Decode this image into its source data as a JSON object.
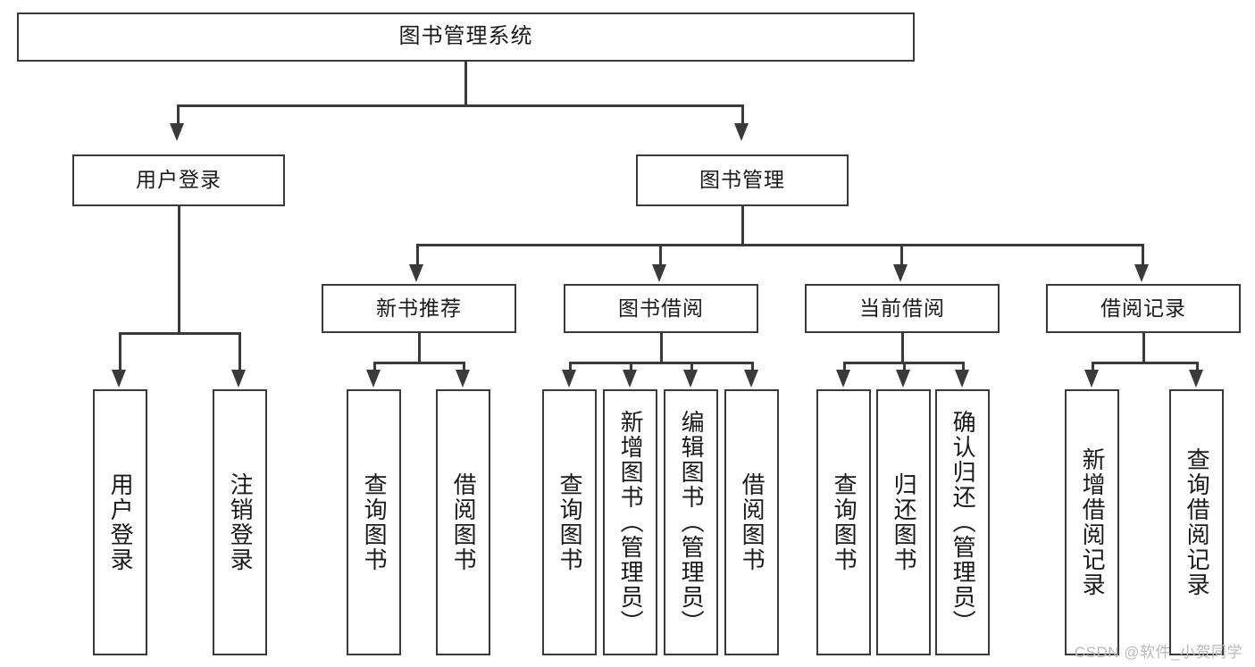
{
  "diagram": {
    "type": "hierarchy-tree",
    "title": "图书管理系统",
    "watermark": "CSDN @软件_小贺同学",
    "colors": {
      "stroke": "#3a3a3a",
      "fill": "#ffffff",
      "text": "#1a1a1a",
      "watermark": "#b9b9b9"
    },
    "nodes": {
      "root": {
        "label": "图书管理系统"
      },
      "level1": [
        {
          "label": "用户登录"
        },
        {
          "label": "图书管理"
        }
      ],
      "level2": [
        {
          "label": "新书推荐"
        },
        {
          "label": "图书借阅"
        },
        {
          "label": "当前借阅"
        },
        {
          "label": "借阅记录"
        }
      ],
      "leaves": {
        "user_login": [
          {
            "label": "用户登录"
          },
          {
            "label": "注销登录"
          }
        ],
        "new_book": [
          {
            "label": "查询图书"
          },
          {
            "label": "借阅图书"
          }
        ],
        "borrow_book": [
          {
            "label": "查询图书"
          },
          {
            "label": "新增图书（管理员）"
          },
          {
            "label": "编辑图书（管理员）"
          },
          {
            "label": "借阅图书"
          }
        ],
        "current_borrow": [
          {
            "label": "查询图书"
          },
          {
            "label": "归还图书"
          },
          {
            "label": "确认归还（管理员）"
          }
        ],
        "borrow_record": [
          {
            "label": "新增借阅记录"
          },
          {
            "label": "查询借阅记录"
          }
        ]
      }
    }
  }
}
